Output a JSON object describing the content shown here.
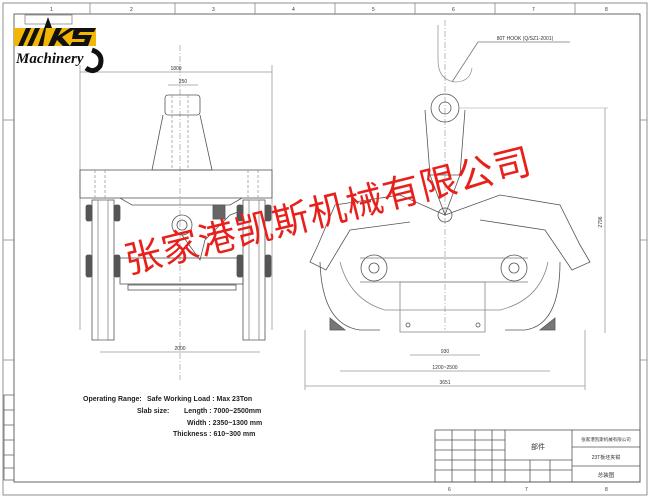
{
  "logo": {
    "brand": "KS",
    "text": "Machinery",
    "color": "#f2b705"
  },
  "watermark": {
    "text": "张家港凯斯机械有限公司",
    "color": "#e8201c"
  },
  "front_view": {
    "dims": {
      "top_width": "1800",
      "pin_width": "250",
      "bottom_width": "2000"
    }
  },
  "side_view": {
    "hook_label": "80T HOOK (Q/SZ1-2001)",
    "dims": {
      "inner": "930",
      "range": "1200~2500",
      "overall": "3651",
      "height": "2796"
    }
  },
  "specs": {
    "operating_range_label": "Operating Range:",
    "safe_load": "Safe Working Load : Max 23Ton",
    "slab_size_label": "Slab size:",
    "length": "Length : 7000~2500mm",
    "width": "Width : 2350~1300 mm",
    "thickness": "Thickness : 610~300 mm"
  },
  "title_block": {
    "part_cell": "部件",
    "company": "张家港凯斯机械有限公司",
    "drawing_name": "23T板坯夹钳",
    "drawing_type": "总装图"
  },
  "frame": {
    "top_zones": [
      "1",
      "2",
      "3",
      "4",
      "5",
      "6",
      "7",
      "8"
    ],
    "bottom_zones": [
      "6",
      "7",
      "8"
    ]
  }
}
